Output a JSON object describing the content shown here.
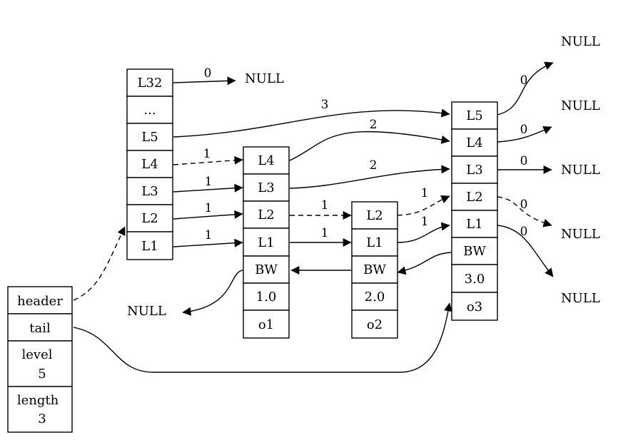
{
  "list": {
    "fields": {
      "header": "header",
      "tail": "tail",
      "level_label": "level",
      "level_value": "5",
      "length_label": "length",
      "length_value": "3"
    }
  },
  "header_node": {
    "levels": [
      "L32",
      "...",
      "L5",
      "L4",
      "L3",
      "L2",
      "L1"
    ]
  },
  "nodes": [
    {
      "id": "n1",
      "levels": [
        "L4",
        "L3",
        "L2",
        "L1"
      ],
      "backward": "BW",
      "score": "1.0",
      "obj": "o1"
    },
    {
      "id": "n2",
      "levels": [
        "L2",
        "L1"
      ],
      "backward": "BW",
      "score": "2.0",
      "obj": "o2"
    },
    {
      "id": "n3",
      "levels": [
        "L5",
        "L4",
        "L3",
        "L2",
        "L1"
      ],
      "backward": "BW",
      "score": "3.0",
      "obj": "o3"
    }
  ],
  "null_text": "NULL",
  "edge_labels": {
    "h_l32": "0",
    "h_l5": "3",
    "h_l4": "1",
    "h_l3": "1",
    "h_l2": "1",
    "h_l1": "1",
    "n1_l4": "2",
    "n1_l3": "2",
    "n1_l2": "1",
    "n1_l1": "1",
    "n2_l2": "1",
    "n2_l1": "1",
    "n3_l5": "0",
    "n3_l4": "0",
    "n3_l3": "0",
    "n3_l2": "0",
    "n3_l1": "0"
  }
}
